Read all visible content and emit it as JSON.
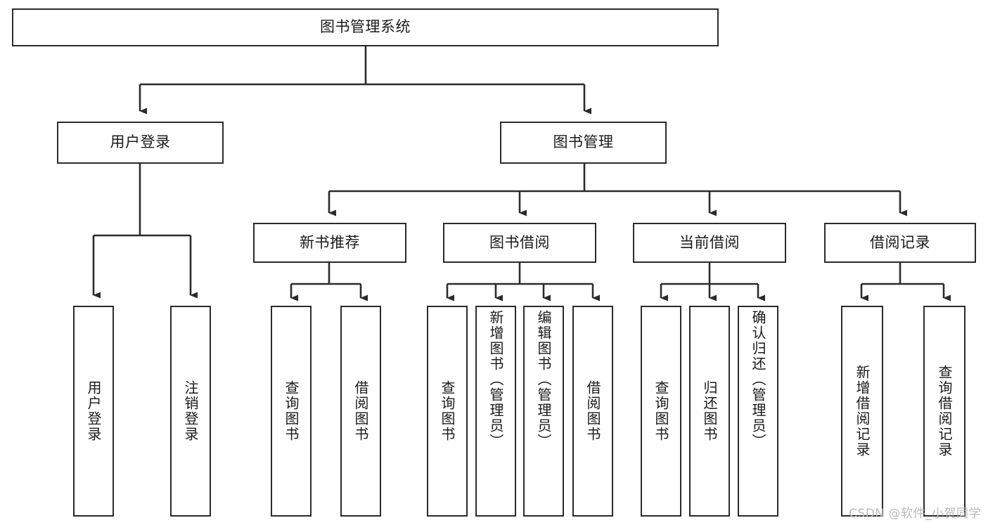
{
  "diagram": {
    "type": "tree",
    "title": "图书管理系统",
    "watermark": "CSDN @软件_小贺同学",
    "colors": {
      "box_border": "#2b2b2b",
      "box_fill": "#ffffff",
      "connector": "#2b2b2b",
      "text": "#1a1a1a",
      "watermark": "#b9b9b9",
      "background": "#ffffff"
    },
    "root": {
      "id": "root",
      "label": "图书管理系统"
    },
    "level1": [
      {
        "id": "user-login",
        "label": "用户登录"
      },
      {
        "id": "book-manage",
        "label": "图书管理"
      }
    ],
    "level2": [
      {
        "id": "new-book-recommend",
        "label": "新书推荐",
        "parent": "book-manage"
      },
      {
        "id": "book-borrow",
        "label": "图书借阅",
        "parent": "book-manage"
      },
      {
        "id": "current-borrow",
        "label": "当前借阅",
        "parent": "book-manage"
      },
      {
        "id": "borrow-record",
        "label": "借阅记录",
        "parent": "book-manage"
      }
    ],
    "leaves": [
      {
        "id": "leaf-user-login",
        "label": "用户登录",
        "parent": "user-login"
      },
      {
        "id": "leaf-user-logout",
        "label": "注销登录",
        "parent": "user-login"
      },
      {
        "id": "leaf-query-book-1",
        "label": "查询图书",
        "parent": "new-book-recommend"
      },
      {
        "id": "leaf-borrow-book-1",
        "label": "借阅图书",
        "parent": "new-book-recommend"
      },
      {
        "id": "leaf-query-book-2",
        "label": "查询图书",
        "parent": "book-borrow"
      },
      {
        "id": "leaf-add-book",
        "label": "新增图书（管理员）",
        "parent": "book-borrow"
      },
      {
        "id": "leaf-edit-book",
        "label": "编辑图书（管理员）",
        "parent": "book-borrow"
      },
      {
        "id": "leaf-borrow-book-2",
        "label": "借阅图书",
        "parent": "book-borrow"
      },
      {
        "id": "leaf-query-book-3",
        "label": "查询图书",
        "parent": "current-borrow"
      },
      {
        "id": "leaf-return-book",
        "label": "归还图书",
        "parent": "current-borrow"
      },
      {
        "id": "leaf-confirm-return",
        "label": "确认归还（管理员）",
        "parent": "current-borrow"
      },
      {
        "id": "leaf-add-record",
        "label": "新增借阅记录",
        "parent": "borrow-record"
      },
      {
        "id": "leaf-query-record",
        "label": "查询借阅记录",
        "parent": "borrow-record"
      }
    ]
  }
}
